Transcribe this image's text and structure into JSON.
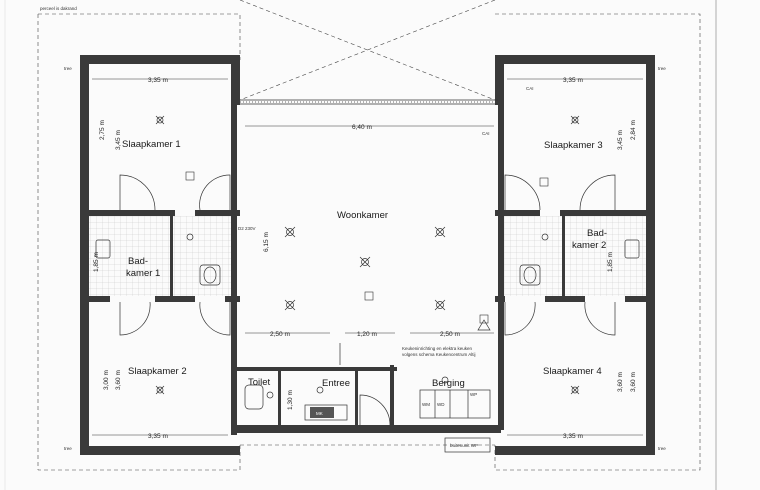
{
  "plan": {
    "property_note": "perceel is dakrand",
    "rooms": {
      "slaapkamer1": "Slaapkamer 1",
      "slaapkamer2": "Slaapkamer 2",
      "slaapkamer3": "Slaapkamer 3",
      "slaapkamer4": "Slaapkamer 4",
      "badkamer1_line1": "Bad-",
      "badkamer1_line2": "kamer 1",
      "badkamer2_line1": "Bad-",
      "badkamer2_line2": "kamer 2",
      "woonkamer": "Woonkamer",
      "toilet": "Toilet",
      "entree": "Entree",
      "berging": "Berging"
    },
    "dims": {
      "sk1_width": "3,35 m",
      "sk1_h1": "2,75 m",
      "sk1_h2": "3,45 m",
      "sk3_width": "3,35 m",
      "sk3_h1": "3,45 m",
      "sk3_h2": "2,84 m",
      "woon_width": "6,40 m",
      "woon_height": "6,15 m",
      "bad1_h": "1,85 m",
      "bad2_h": "1,85 m",
      "woon_left": "2,50 m",
      "woon_mid": "1,20 m",
      "woon_right": "2,50 m",
      "sk2_h1": "3,00 m",
      "sk2_h2": "3,60 m",
      "sk2_width": "3,35 m",
      "sk4_h1": "3,60 m",
      "sk4_h2": "3,60 m",
      "sk4_width": "3,35 m",
      "toilet_h": "1,30 m"
    },
    "labels": {
      "kitchen_note_1": "Keukeninrichting en elektra keuken",
      "kitchen_note_2": "volgens schema Keukencentrum Altij",
      "ca_top": "CAI",
      "ca_mid": "CAI",
      "power": "D2 230V",
      "wm": "WM",
      "wd": "WD",
      "wp": "WP",
      "mk": "MK",
      "outdoor_unit": "buitenunit WP",
      "tree": "tree",
      "tree2": "tree",
      "tree3": "tree",
      "tree4": "tree"
    }
  }
}
